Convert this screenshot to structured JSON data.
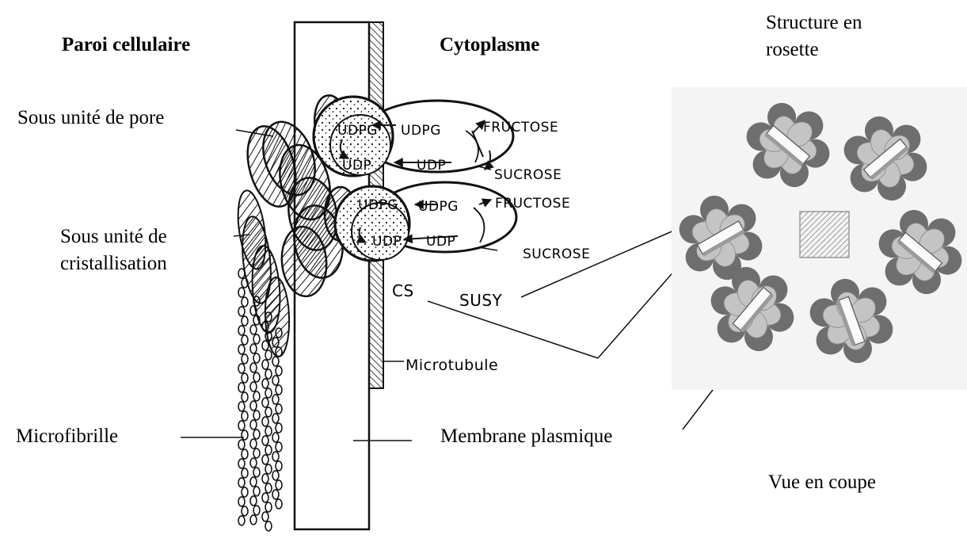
{
  "labels": {
    "wall": "Paroi cellulaire",
    "cytoplasm": "Cytoplasme",
    "pore_subunit": "Sous unité de pore",
    "crystal_subunit_line1": "Sous unité de",
    "crystal_subunit_line2": "cristallisation",
    "microfibril": "Microfibrille",
    "membrane": "Membrane plasmique",
    "rosette_line1": "Structure en",
    "rosette_line2": "rosette",
    "section_view": "Vue en coupe"
  },
  "diagram_text": {
    "udpg": "UDPG",
    "udp": "UDP",
    "fructose": "FRUCTOSE",
    "sucrose": "SUCROSE",
    "cs": "CS",
    "susy": "SUSY",
    "microtubule": "Microtubule"
  },
  "colors": {
    "line": "#111111",
    "petal_dark": "#6e6e6e",
    "petal_light": "#c4c4c4",
    "rosette_bg": "#f2f2f2",
    "grid": "#b9b9b9"
  }
}
